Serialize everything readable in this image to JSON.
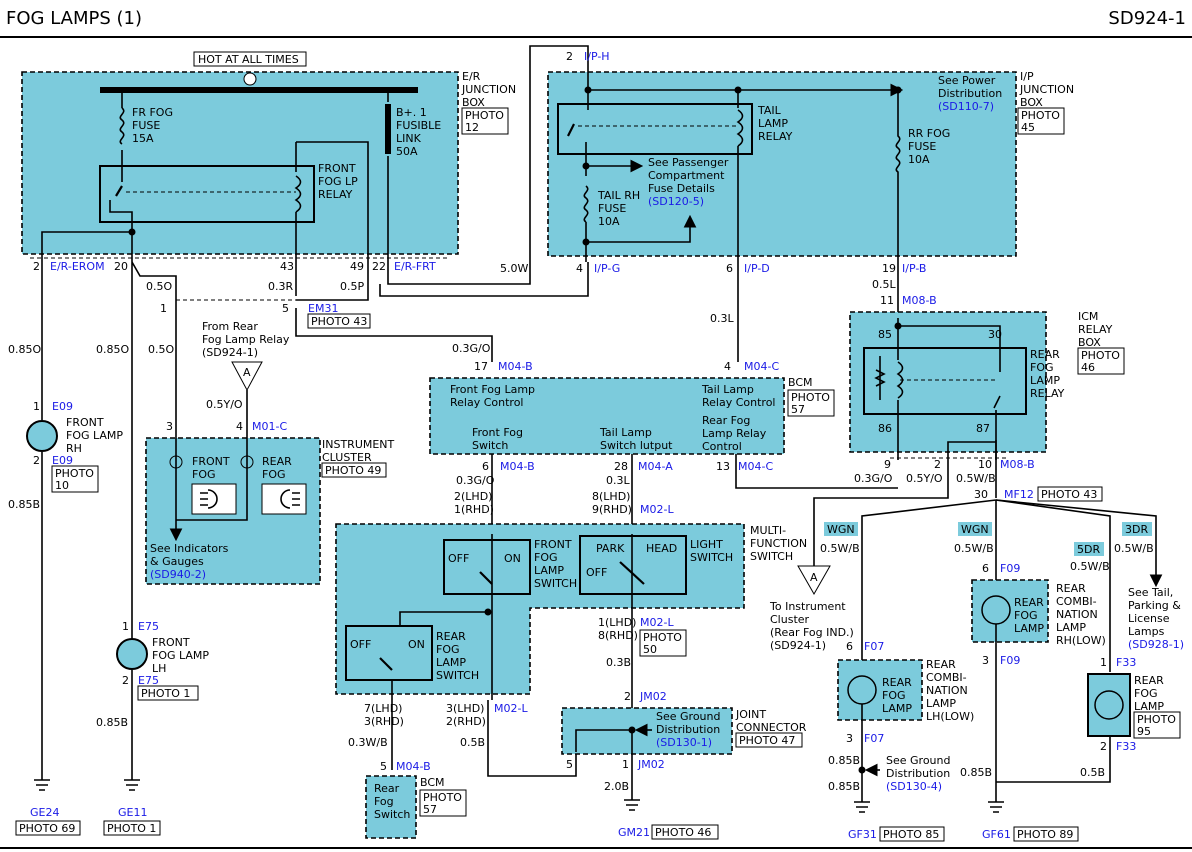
{
  "header": {
    "title": "FOG LAMPS (1)",
    "code": "SD924-1"
  },
  "er_box": {
    "hot": "HOT AT ALL TIMES",
    "name": [
      "E/R",
      "JUNCTION",
      "BOX"
    ],
    "photo": [
      "PHOTO",
      "12"
    ],
    "fuse1": [
      "FR FOG",
      "FUSE",
      "15A"
    ],
    "link": [
      "B+. 1",
      "FUSIBLE",
      "LINK",
      "50A"
    ],
    "relay": [
      "FRONT",
      "FOG LP",
      "RELAY"
    ],
    "pins": {
      "p2": "2",
      "erom": "E/R-EROM",
      "p20": "20",
      "p43": "43",
      "p49": "49",
      "p22": "22",
      "erfrt": "E/R-FRT"
    }
  },
  "ip_box": {
    "name": [
      "I/P",
      "JUNCTION",
      "BOX"
    ],
    "photo": [
      "PHOTO",
      "45"
    ],
    "iph_pin": "2",
    "iph": "I/P-H",
    "see_power": [
      "See Power",
      "Distribution"
    ],
    "see_power_ref": "(SD110-7)",
    "tail_relay": [
      "TAIL",
      "LAMP",
      "RELAY"
    ],
    "see_pass": [
      "See Passenger",
      "Compartment",
      "Fuse Details"
    ],
    "see_pass_ref": "(SD120-5)",
    "tail_fuse": [
      "TAIL RH",
      "FUSE",
      "10A"
    ],
    "rr_fuse": [
      "RR FOG",
      "FUSE",
      "10A"
    ],
    "pins": {
      "p4": "4",
      "ipg": "I/P-G",
      "p6": "6",
      "ipd": "I/P-D",
      "p19": "19",
      "ipb": "I/P-B"
    }
  },
  "wires": {
    "w50": "5.0W",
    "w05p": "0.5P",
    "w05o_a": "0.5O",
    "w03r": "0.3R",
    "w05o_b": "0.5O",
    "w085o_a": "0.85O",
    "w085o_b": "0.85O",
    "w03go": "0.3G/O",
    "w03l": "0.3L",
    "w05l": "0.5L",
    "w05yo": "0.5Y/O",
    "w085b_a": "0.85B",
    "w085b_b": "0.85B",
    "w03go_b": "0.3G/O",
    "w05yo_b": "0.5Y/O",
    "w05wb_c": "0.5W/B",
    "w03go_c": "0.3G/O",
    "w03l_b": "0.3L",
    "w03b": "0.3B",
    "w03wb": "0.3W/B",
    "w05b": "0.5B",
    "w20b": "2.0B",
    "w05wb_a": "0.5W/B",
    "w05wb_b": "0.5W/B",
    "w05wb_d": "0.5W/B",
    "w085b_c": "0.85B",
    "w085b_d": "0.85B",
    "w085b_e": "0.85B",
    "w05b_b": "0.5B"
  },
  "em31": {
    "p1": "1",
    "p5": "5",
    "name": "EM31",
    "photo": "PHOTO 43"
  },
  "rear_relay_from": [
    "From Rear",
    "Fog Lamp Relay",
    "(SD924-1)"
  ],
  "conn_a": "A",
  "cluster": {
    "p3": "3",
    "p4": "4",
    "name": "M01-C",
    "title": [
      "INSTRUMENT",
      "CLUSTER"
    ],
    "photo": "PHOTO 49",
    "front": [
      "FRONT",
      "FOG"
    ],
    "rear": [
      "REAR",
      "FOG"
    ],
    "see": [
      "See Indicators",
      "& Gauges"
    ],
    "see_ref": "(SD940-2)"
  },
  "fr_rh": {
    "e09a": "E09",
    "p1": "1",
    "name": [
      "FRONT",
      "FOG LAMP",
      "RH"
    ],
    "p2": "2",
    "e09b": "E09",
    "photo": [
      "PHOTO",
      "10"
    ]
  },
  "fr_lh": {
    "e75a": "E75",
    "p1": "1",
    "name": [
      "FRONT",
      "FOG LAMP",
      "LH"
    ],
    "p2": "2",
    "e75b": "E75",
    "photo": "PHOTO 1"
  },
  "bcm": {
    "p17": "17",
    "m04b": "M04-B",
    "p4": "4",
    "m04c": "M04-C",
    "title": "BCM",
    "photo": [
      "PHOTO",
      "57"
    ],
    "ff_relay": [
      "Front Fog Lamp",
      "Relay Control"
    ],
    "tl_relay": [
      "Tail Lamp",
      "Relay Control"
    ],
    "ff_sw": [
      "Front Fog",
      "Switch"
    ],
    "tl_sw": [
      "Tail Lamp",
      "Switch lutput"
    ],
    "rf_relay": [
      "Rear Fog",
      "Lamp Relay",
      "Control"
    ],
    "p6": "6",
    "m04b2": "M04-B",
    "p28": "28",
    "m04a": "M04-A",
    "p13": "13",
    "m04c2": "M04-C"
  },
  "icm": {
    "p11": "11",
    "m08b": "M08-B",
    "title": [
      "ICM",
      "RELAY",
      "BOX"
    ],
    "photo": [
      "PHOTO",
      "46"
    ],
    "p85": "85",
    "p30": "30",
    "p86": "86",
    "p87": "87",
    "relay": [
      "REAR",
      "FOG",
      "LAMP",
      "RELAY"
    ],
    "p9": "9",
    "p2": "2",
    "p10": "10",
    "m08b2": "M08-B"
  },
  "mf": {
    "p2l": "2(LHD)",
    "p1r": "1(RHD)",
    "p8l": "8(LHD)",
    "p9r": "9(RHD)",
    "m02l": "M02-L",
    "title": [
      "MULTI-",
      "FUNCTION",
      "SWITCH"
    ],
    "off": "OFF",
    "on": "ON",
    "ffs": [
      "FRONT",
      "FOG",
      "LAMP",
      "SWITCH"
    ],
    "park": "PARK",
    "head": "HEAD",
    "off2": "OFF",
    "light": [
      "LIGHT",
      "SWITCH"
    ],
    "off3": "OFF",
    "on3": "ON",
    "rfs": [
      "REAR",
      "FOG",
      "LAMP",
      "SWITCH"
    ],
    "p1l": "1(LHD)",
    "p8r": "8(RHD)",
    "m02l2": "M02-L",
    "photo": [
      "PHOTO",
      "50"
    ],
    "p7l": "7(LHD)",
    "p3r": "3(RHD)",
    "p3l": "3(LHD)",
    "p2r": "2(RHD)",
    "m02l3": "M02-L"
  },
  "bcm2": {
    "p5": "5",
    "m04b": "M04-B",
    "name": [
      "Rear",
      "Fog",
      "Switch"
    ],
    "title": "BCM",
    "photo": [
      "PHOTO",
      "57"
    ]
  },
  "jc": {
    "p2": "2",
    "jm02": "JM02",
    "title": [
      "JOINT",
      "CONNECTOR"
    ],
    "photo": "PHOTO 47",
    "see": [
      "See Ground",
      "Distribution"
    ],
    "see_ref": "(SD130-1)",
    "p5": "5",
    "p1": "1",
    "jm02b": "JM02"
  },
  "mf12": {
    "p30": "30",
    "name": "MF12",
    "photo": "PHOTO 43"
  },
  "to_cluster": [
    "To Instrument",
    "Cluster",
    "(Rear Fog IND.)",
    "(SD924-1)"
  ],
  "tags": {
    "wgn1": "WGN",
    "wgn2": "WGN",
    "dr5": "5DR",
    "dr3": "3DR"
  },
  "see_tail": [
    "See Tail,",
    "Parking &",
    "License",
    "Lamps"
  ],
  "see_tail_ref": "(SD928-1)",
  "rc_rh": {
    "p6": "6",
    "f09": "F09",
    "lamp": [
      "REAR",
      "FOG",
      "LAMP"
    ],
    "name": [
      "REAR",
      "COMBI-",
      "NATION",
      "LAMP",
      "RH(LOW)"
    ],
    "p3": "3",
    "f09b": "F09"
  },
  "rc_lh": {
    "p6": "6",
    "f07": "F07",
    "lamp": [
      "REAR",
      "FOG",
      "LAMP"
    ],
    "name": [
      "REAR",
      "COMBI-",
      "NATION",
      "LAMP",
      "LH(LOW)"
    ],
    "p3": "3",
    "f07b": "F07",
    "see": [
      "See Ground",
      "Distribution"
    ],
    "see_ref": "(SD130-4)"
  },
  "rf_lamp": {
    "p1": "1",
    "f33": "F33",
    "name": [
      "REAR",
      "FOG",
      "LAMP"
    ],
    "photo": [
      "PHOTO",
      "95"
    ],
    "p2": "2",
    "f33b": "F33"
  },
  "grounds": {
    "ge24": "GE24",
    "ge24_photo": "PHOTO 69",
    "ge11": "GE11",
    "ge11_photo": "PHOTO 1",
    "gm21": "GM21",
    "gm21_photo": "PHOTO 46",
    "gf31": "GF31",
    "gf31_photo": "PHOTO 85",
    "gf61": "GF61",
    "gf61_photo": "PHOTO 89"
  }
}
